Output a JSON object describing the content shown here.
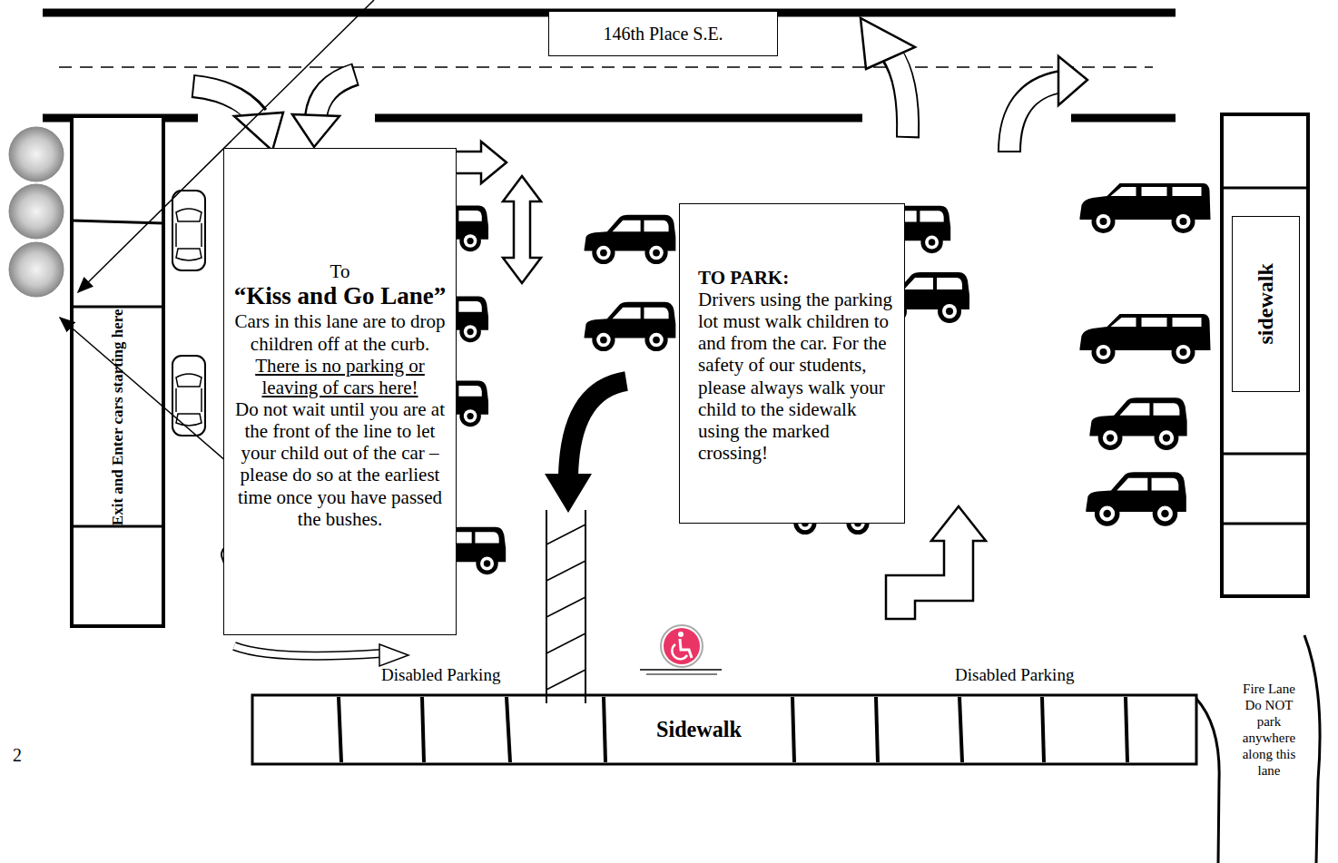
{
  "diagram": {
    "nodes": [
      {
        "text": [
          "146th Place S.E."
        ]
      },
      {
        "text": [
          "Exit and Enter cars starting here"
        ]
      },
      {
        "text": [
          "To",
          "“Kiss and Go Lane”",
          "Cars in this lane are to drop children off at the curb.",
          "There is no parking or leaving of cars here!",
          "Do not wait until you are at the front of the line to let your child out of the car – please do so at the earliest time once you have passed the bushes."
        ]
      },
      {
        "text": [
          "TO PARK:",
          "Drivers using the parking lot must walk children to and from the car. For the safety of our students, please always walk your child to the sidewalk using the marked crossing!"
        ]
      },
      {
        "text": [
          "sidewalk"
        ]
      },
      {
        "text": [
          "Sidewalk"
        ]
      }
    ],
    "labels": [
      "Disabled Parking",
      "Disabled Parking",
      "Fire Lane Do NOT park anywhere along this lane",
      "2"
    ]
  }
}
